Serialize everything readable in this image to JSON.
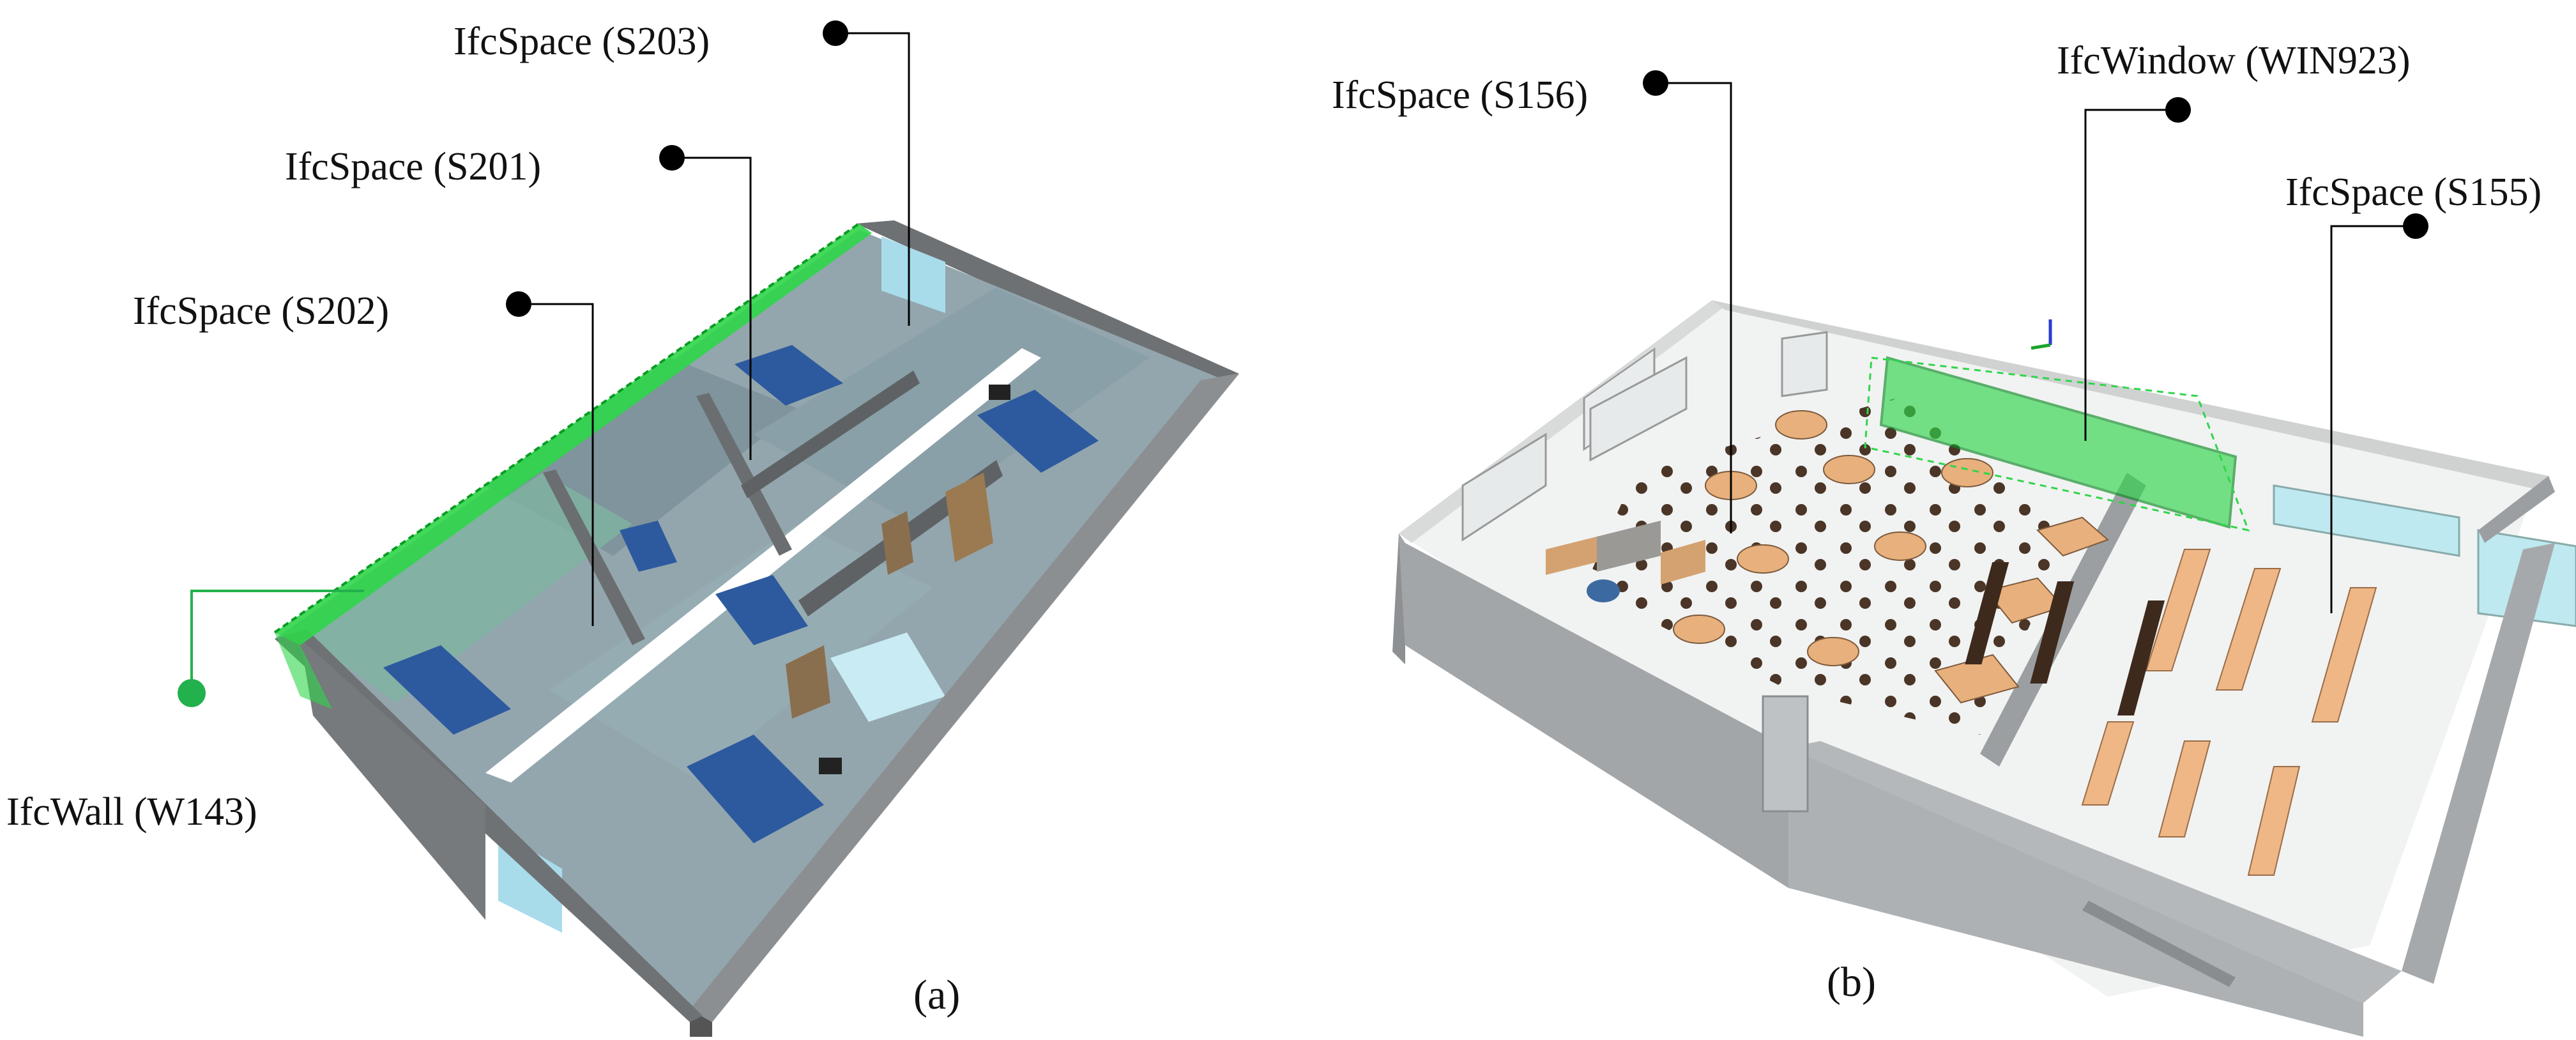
{
  "panels": [
    {
      "caption": "(a)",
      "callouts": [
        {
          "label": "IfcSpace (S203)"
        },
        {
          "label": "IfcSpace (S201)"
        },
        {
          "label": "IfcSpace (S202)"
        },
        {
          "label": "IfcWall (W143)"
        }
      ]
    },
    {
      "caption": "(b)",
      "callouts": [
        {
          "label": "IfcSpace (S156)"
        },
        {
          "label": "IfcWindow (WIN923)"
        },
        {
          "label": "IfcSpace (S155)"
        }
      ]
    }
  ],
  "colors": {
    "highlight": "#2fd64a",
    "wall": "#7c7f82",
    "floor": "#8fa3ab",
    "furniture_blue": "#2d5a9e",
    "table_wood": "#e8b07c",
    "callout_dot": "#000000",
    "wall_dot": "#22b14c"
  }
}
